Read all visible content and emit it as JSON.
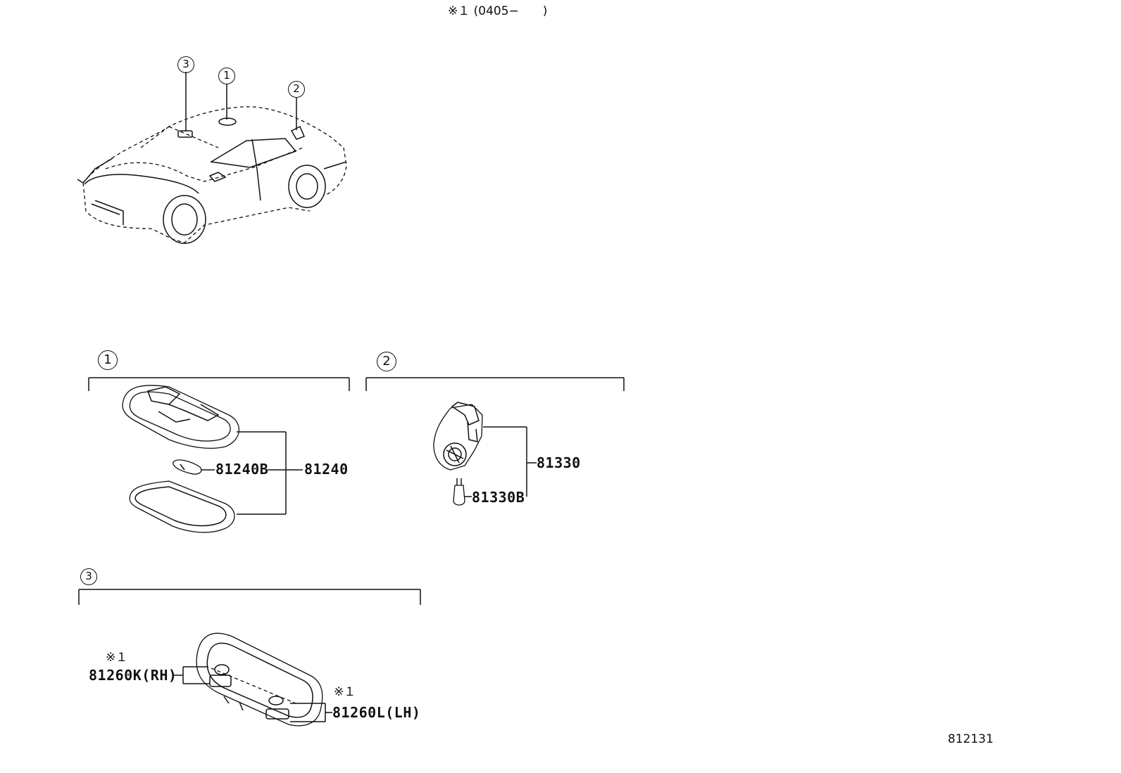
{
  "header_note": "※１ (0405−　　)",
  "car": {
    "callouts": [
      "3",
      "1",
      "2"
    ]
  },
  "sections": [
    {
      "number": "1",
      "parts": [
        {
          "label": "81240B"
        },
        {
          "label": "81240"
        }
      ]
    },
    {
      "number": "2",
      "parts": [
        {
          "label": "81330"
        },
        {
          "label": "81330B"
        }
      ]
    },
    {
      "number": "3",
      "parts": [
        {
          "note": "※１",
          "label": "81260K(RH)"
        },
        {
          "note": "※１",
          "label": "81260L(LH)"
        }
      ]
    }
  ],
  "figure_id": "812131"
}
